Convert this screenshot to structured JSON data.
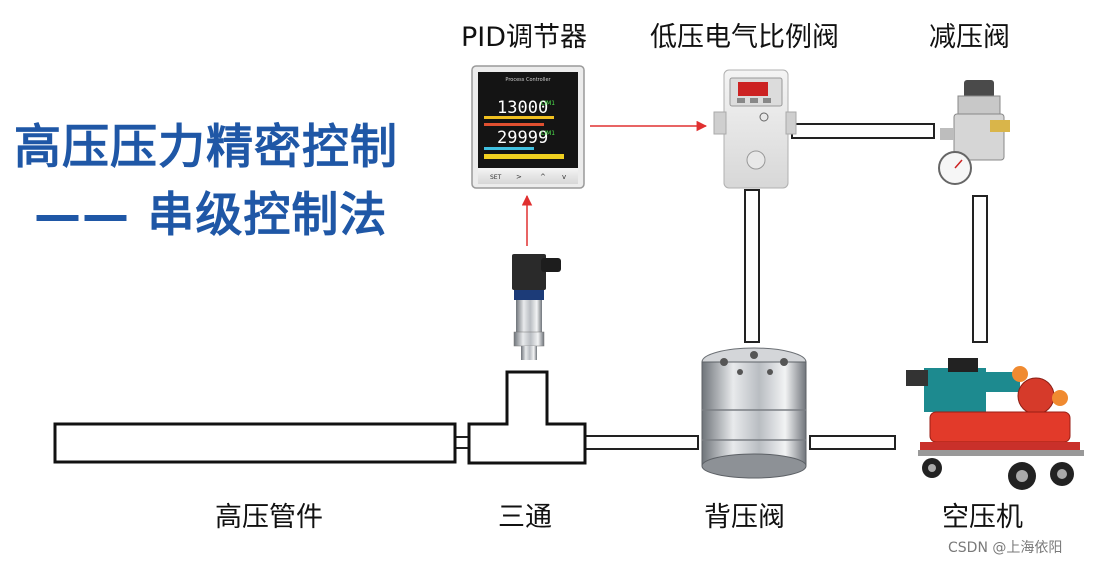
{
  "title": {
    "line1": "高压压力精密控制",
    "line2": "——  串级控制法"
  },
  "devices": {
    "pid": {
      "label": "PID调节器",
      "pv": "13000",
      "sv": "29999",
      "buttons": [
        "SET",
        ">",
        "^",
        "v"
      ]
    },
    "regulator": {
      "label": "低压电气比例阀"
    },
    "reducer": {
      "label": "减压阀"
    },
    "pipe": {
      "label": "高压管件"
    },
    "tee": {
      "label": "三通"
    },
    "backvalve": {
      "label": "背压阀"
    },
    "compressor": {
      "label": "空压机"
    }
  },
  "watermark": "CSDN @上海依阳",
  "colors": {
    "title": "#1f57a6",
    "signal": "#e03030",
    "pipe": "#222222"
  }
}
